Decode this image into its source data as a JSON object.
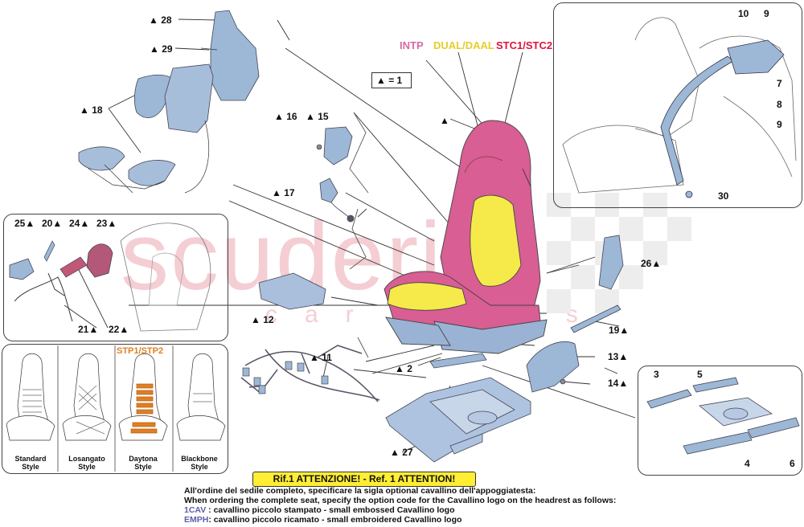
{
  "watermark": {
    "main": "scuderia",
    "sub": "car parts"
  },
  "top_labels": {
    "intp": "INTP",
    "dual": "DUAL/DAAL",
    "stc": "STC1/STC2"
  },
  "qty_note": "▲ = 1",
  "labels": {
    "p28": "▲ 28",
    "p29": "▲ 29",
    "p18": "▲ 18",
    "p16": "▲ 16",
    "p15": "▲ 15",
    "p17": "▲ 17",
    "pseat": "▲",
    "p12": "▲ 12",
    "p11": "▲ 11",
    "p2": "▲ 2",
    "p27": "▲ 27",
    "p26": "26▲",
    "p19": "19▲",
    "p13": "13▲",
    "p14": "14▲",
    "p25": "25▲",
    "p20": "20▲",
    "p24": "24▲",
    "p23": "23▲",
    "p21": "21▲",
    "p22": "22▲",
    "n10": "10",
    "n9a": "9",
    "n7": "7",
    "n8": "8",
    "n9b": "9",
    "n30": "30",
    "n3": "3",
    "n5": "5",
    "n4": "4",
    "n6": "6"
  },
  "styles": {
    "stp": "STP1/STP2",
    "items": [
      {
        "line1": "Standard",
        "line2": "Style"
      },
      {
        "line1": "Losangato",
        "line2": "Style"
      },
      {
        "line1": "Daytona",
        "line2": "Style"
      },
      {
        "line1": "Blackbone",
        "line2": "Style"
      }
    ]
  },
  "note": {
    "title": "Rif.1 ATTENZIONE! - Ref. 1 ATTENTION!",
    "line1": "All'ordine del sedile completo, specificare la sigla optional cavallino dell'appoggiatesta:",
    "line2": "When ordering the complete seat, specify the option code for the Cavallino logo on the headrest as follows:",
    "code1": "1CAV",
    "text1": " : cavallino piccolo stampato - small embossed Cavallino logo",
    "code2": "EMPH",
    "text2": ": cavallino piccolo ricamato - small embroidered Cavallino logo"
  },
  "colors": {
    "intp": "#d76aa6",
    "dual": "#f2df3a",
    "stc": "#e0143c",
    "seat_pink": "#d85e93",
    "seat_yellow": "#f6ea4a",
    "seat_blue": "#9ab2d4",
    "part_blue": "#9db7d6",
    "stp": "#e07f22",
    "note_bg": "#ffee33",
    "code": "#5b5ea8"
  }
}
